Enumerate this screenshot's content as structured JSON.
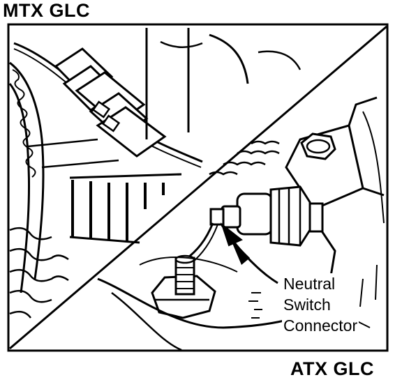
{
  "labels": {
    "top_left": "MTX GLC",
    "bottom_right": "ATX GLC",
    "callout_line1": "Neutral",
    "callout_line2": "Switch",
    "callout_line3": "Connector"
  },
  "colors": {
    "ink": "#000000",
    "paper": "#ffffff"
  }
}
